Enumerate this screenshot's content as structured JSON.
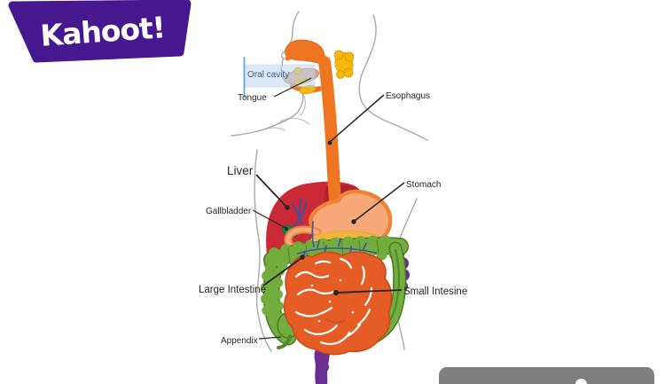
{
  "page": {
    "background": "#ffffff"
  },
  "logo": {
    "text": "Kahoot!",
    "badge_color": "#46178f",
    "text_color": "#ffffff"
  },
  "diagram": {
    "name": "human-digestive-system",
    "labels": [
      {
        "id": "oral-cavity",
        "text": "Oral cavity"
      },
      {
        "id": "tongue",
        "text": "Tongue"
      },
      {
        "id": "esophagus",
        "text": "Esophagus"
      },
      {
        "id": "liver",
        "text": "Liver"
      },
      {
        "id": "gallbladder",
        "text": "Gallbladder"
      },
      {
        "id": "stomach",
        "text": "Stomach"
      },
      {
        "id": "large-intestine",
        "text": "Large Intestine"
      },
      {
        "id": "small-intestine",
        "text": "Small Intesine"
      },
      {
        "id": "appendix",
        "text": "Appendix"
      }
    ],
    "colors": {
      "body_outline": "#a9a9a9",
      "esophagus": "#ee7623",
      "liver": "#cc2936",
      "liver_dark": "#a8242e",
      "stomach_fill": "#f7a979",
      "stomach_outline": "#ee8336",
      "gallbladder": "#0a9148",
      "bile_duct": "#3f51a5",
      "large_intestine": "#72ad3d",
      "large_intestine_dark": "#4e7a28",
      "small_intestine": "#e65c25",
      "rectum_purple": "#6a2d91",
      "salivary_gland": "#f5b70a",
      "tongue_fill": "#d7a58a",
      "pancreas_yellow": "#f2b53c",
      "label_text": "#262626",
      "oral_cavity_text": "#3b6391",
      "oral_cavity_box": "#bed8f0",
      "oral_cavity_bracket": "#5b9bd5"
    }
  },
  "footer_bar": {
    "color": "#7f7f7f"
  }
}
